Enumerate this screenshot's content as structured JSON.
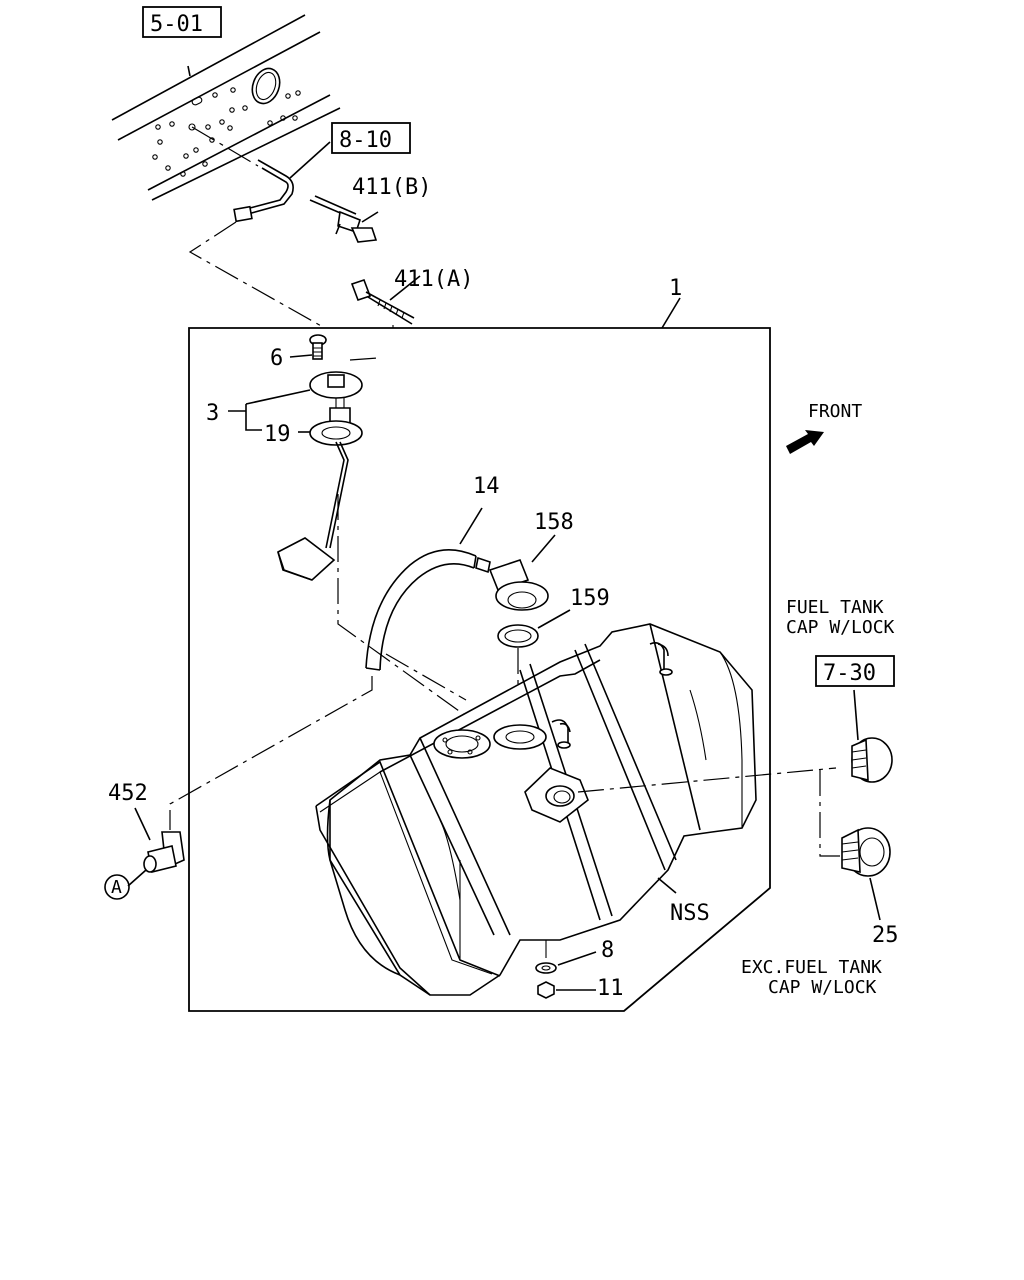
{
  "refs": {
    "r501": "5-01",
    "r810": "8-10",
    "r730": "7-30"
  },
  "parts": {
    "p1": "1",
    "p3": "3",
    "p6": "6",
    "p8": "8",
    "p11": "11",
    "p14": "14",
    "p19": "19",
    "p25": "25",
    "p158": "158",
    "p159": "159",
    "p411a": "411(A)",
    "p411b": "411(B)",
    "p452": "452",
    "nss": "NSS",
    "circle_a": "A"
  },
  "notes": {
    "front": "FRONT",
    "with_lock_1": "FUEL TANK",
    "with_lock_2": "CAP W/LOCK",
    "exc_lock_1": "EXC.FUEL TANK",
    "exc_lock_2": "CAP W/LOCK"
  },
  "icons": [
    "front-arrow-icon",
    "circle-a-icon"
  ],
  "colors": {
    "ink": "#000000",
    "paper": "#ffffff"
  }
}
